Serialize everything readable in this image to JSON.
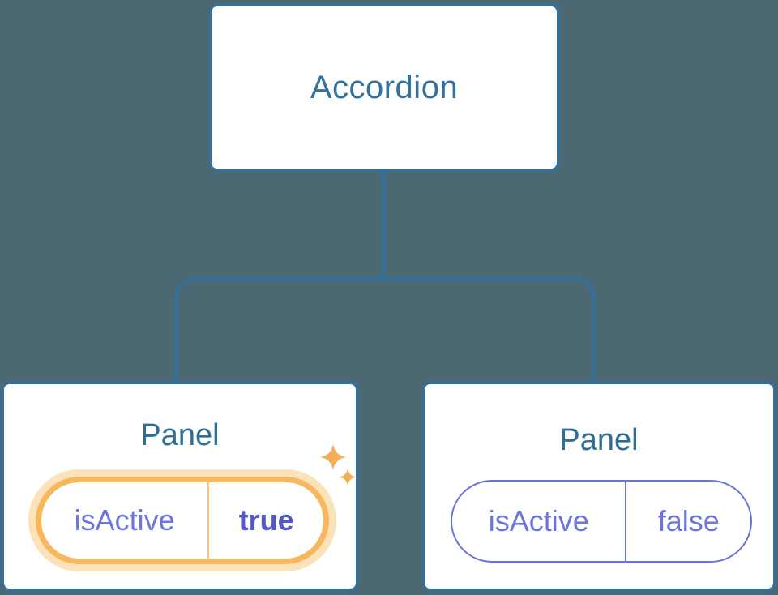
{
  "diagram": {
    "type": "component-tree",
    "root": {
      "label": "Accordion"
    },
    "panels": [
      {
        "title": "Panel",
        "prop_name": "isActive",
        "prop_value": "true",
        "active": true,
        "decoration": "sparkles-icon"
      },
      {
        "title": "Panel",
        "prop_name": "isActive",
        "prop_value": "false",
        "active": false
      }
    ]
  },
  "colors": {
    "background": "#4C6873",
    "node_fill": "#FFFFFF",
    "node_border": "#2F72A1",
    "connector": "#2F72A1",
    "root_title_text": "#35719D",
    "panel_title_text": "#2E6E94",
    "prop_name_text": "#6B75DB",
    "prop_value_active_text": "#5257C9",
    "pill_border_inactive": "#6B74DB",
    "pill_border_active": "#F6B75E",
    "pill_outer_ring_active": "#FBE2B8",
    "pill_divider_active": "#F9C578",
    "sparkle": "#F4AF55"
  }
}
